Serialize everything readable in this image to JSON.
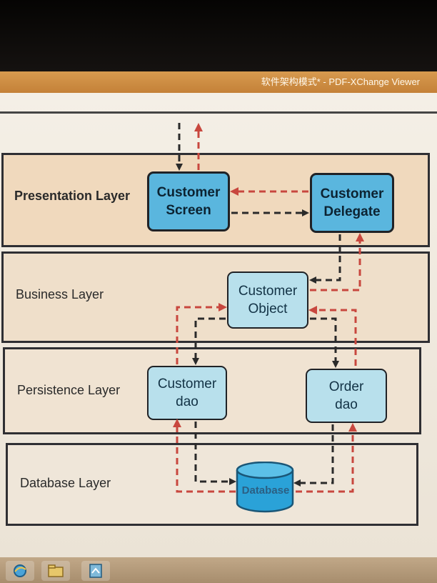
{
  "window": {
    "title": "软件架构模式* - PDF-XChange Viewer"
  },
  "layers": [
    {
      "id": "presentation",
      "label": "Presentation Layer"
    },
    {
      "id": "business",
      "label": "Business Layer"
    },
    {
      "id": "persistence",
      "label": "Persistence Layer"
    },
    {
      "id": "database",
      "label": "Database Layer"
    }
  ],
  "components": {
    "customer_screen": {
      "line1": "Customer",
      "line2": "Screen"
    },
    "customer_delegate": {
      "line1": "Customer",
      "line2": "Delegate"
    },
    "customer_object": {
      "line1": "Customer",
      "line2": "Object"
    },
    "customer_dao": {
      "line1": "Customer",
      "line2": "dao"
    },
    "order_dao": {
      "line1": "Order",
      "line2": "dao"
    },
    "database": {
      "label": "Database"
    }
  },
  "colors": {
    "request_arrow": "#2a2a2a",
    "response_arrow": "#c8473e",
    "layer_fill": "#efdcc4",
    "component_fill": "#a9dbed",
    "component_strong_fill": "#5ab6de",
    "database_fill": "#2aa2d8"
  },
  "taskbar": {
    "icons": [
      "ie-icon",
      "explorer-icon",
      "pdf-viewer-icon"
    ]
  }
}
